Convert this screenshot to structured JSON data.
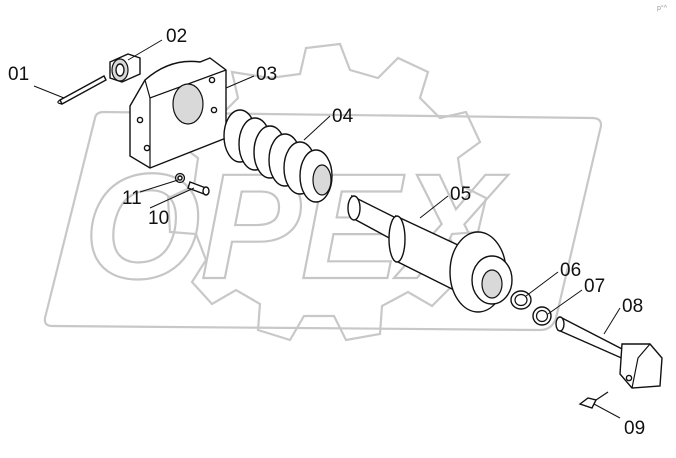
{
  "watermark": {
    "text": "OPEX"
  },
  "corner_mark": "p°^",
  "callouts": [
    {
      "id": "c01",
      "label": "01"
    },
    {
      "id": "c02",
      "label": "02"
    },
    {
      "id": "c03",
      "label": "03"
    },
    {
      "id": "c04",
      "label": "04"
    },
    {
      "id": "c05",
      "label": "05"
    },
    {
      "id": "c06",
      "label": "06"
    },
    {
      "id": "c07",
      "label": "07"
    },
    {
      "id": "c08",
      "label": "08"
    },
    {
      "id": "c09",
      "label": "09"
    },
    {
      "id": "c10",
      "label": "10"
    },
    {
      "id": "c11",
      "label": "11"
    }
  ]
}
